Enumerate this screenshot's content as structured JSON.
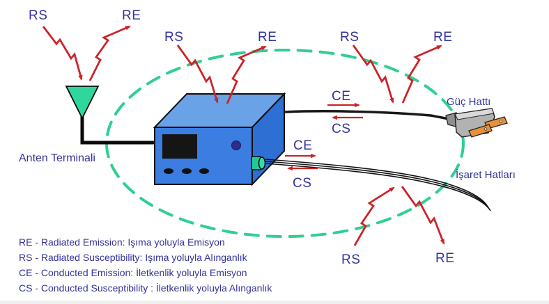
{
  "diagram": {
    "labels": {
      "rs": "RS",
      "re": "RE",
      "ce": "CE",
      "cs": "CS",
      "antenna_terminal": "Anten Terminali",
      "power_line": "Güç Hattı",
      "signal_lines": "İşaret Hatları"
    },
    "legend": [
      "RE - Radiated Emission: Işıma yoluyla Emisyon",
      "RS - Radiated Susceptibility: Işıma yoluyla Alınganlık",
      "CE - Conducted Emission: İletkenlik yoluyla Emisyon",
      "CS - Conducted Susceptibility : İletkenlik yoluyla Alınganlık"
    ],
    "colors": {
      "label_text": "#333399",
      "arrow_red": "#cc2328",
      "boundary_green": "#2fcf92",
      "antenna_green": "#2ed79c",
      "device_front": "#3b7de0",
      "device_top": "#6aa2e8",
      "device_side": "#2d6fd2",
      "connector_teal": "#1ecb95",
      "plug_gray": "#b2b2b2",
      "prong_orange": "#e8913a",
      "knob_navy": "#2d2d8e"
    }
  }
}
